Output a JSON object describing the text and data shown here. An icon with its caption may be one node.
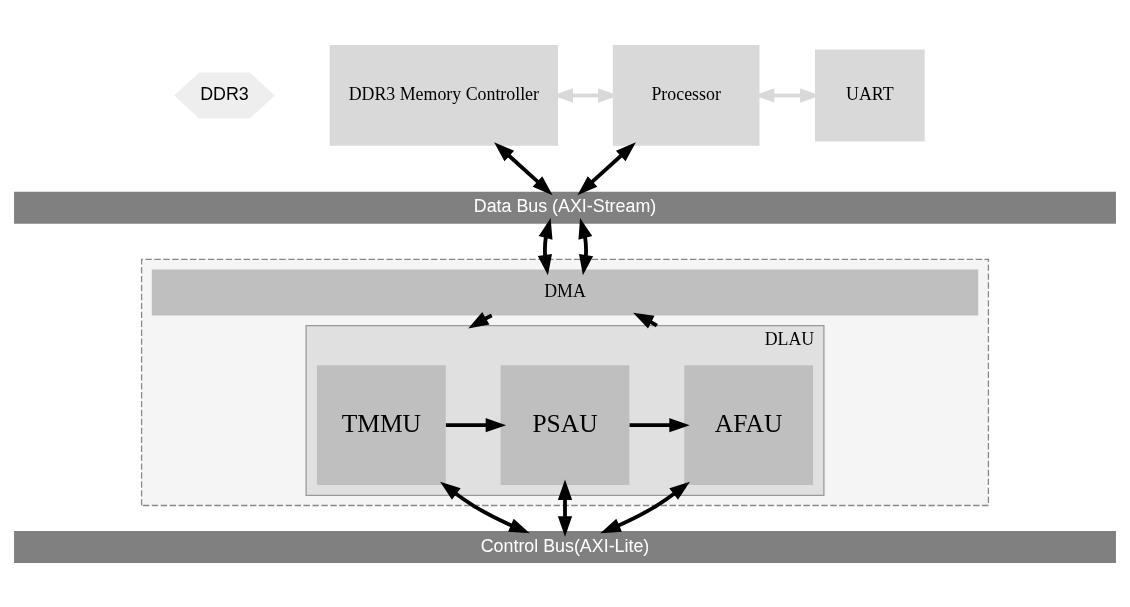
{
  "diagram": {
    "nodes": [
      {
        "text": [
          "DDR3"
        ]
      },
      {
        "text": [
          "DDR3 Memory Controller"
        ]
      },
      {
        "text": [
          "Processor"
        ]
      },
      {
        "text": [
          "UART"
        ]
      },
      {
        "text": [
          "Data Bus (AXI-Stream)"
        ]
      },
      {
        "text": [],
        "shape": "box"
      },
      {
        "text": [
          "DMA"
        ],
        "in": 5
      },
      {
        "text": [
          "DLAU"
        ],
        "in": 5
      },
      {
        "text": [
          "TMMU"
        ],
        "in": 7
      },
      {
        "text": [
          "PSAU"
        ],
        "in": 7
      },
      {
        "text": [
          "AFAU"
        ],
        "in": 7
      },
      {
        "text": [
          "Control Bus(AXI-Lite)"
        ]
      }
    ],
    "edges": [
      {
        "from": 1,
        "to": 2,
        "arrow": "both",
        "color": "#d9d9d9"
      },
      {
        "from": 2,
        "to": 3,
        "arrow": "both",
        "color": "#d9d9d9"
      },
      {
        "from": 1,
        "to": 4,
        "arrow": "both"
      },
      {
        "from": 2,
        "to": 4,
        "arrow": "both"
      },
      {
        "from": 4,
        "to": 6,
        "arrow": "both"
      },
      {
        "from": 4,
        "to": 6,
        "arrow": "both"
      },
      {
        "from": 6,
        "to": 7,
        "arrow": "to"
      },
      {
        "from": 7,
        "to": 6,
        "arrow": "to"
      },
      {
        "from": 8,
        "to": 9,
        "arrow": "to"
      },
      {
        "from": 9,
        "to": 10,
        "arrow": "to"
      },
      {
        "from": 8,
        "to": 11,
        "arrow": "both"
      },
      {
        "from": 9,
        "to": 11,
        "arrow": "both"
      },
      {
        "from": 10,
        "to": 11,
        "arrow": "both"
      }
    ]
  }
}
